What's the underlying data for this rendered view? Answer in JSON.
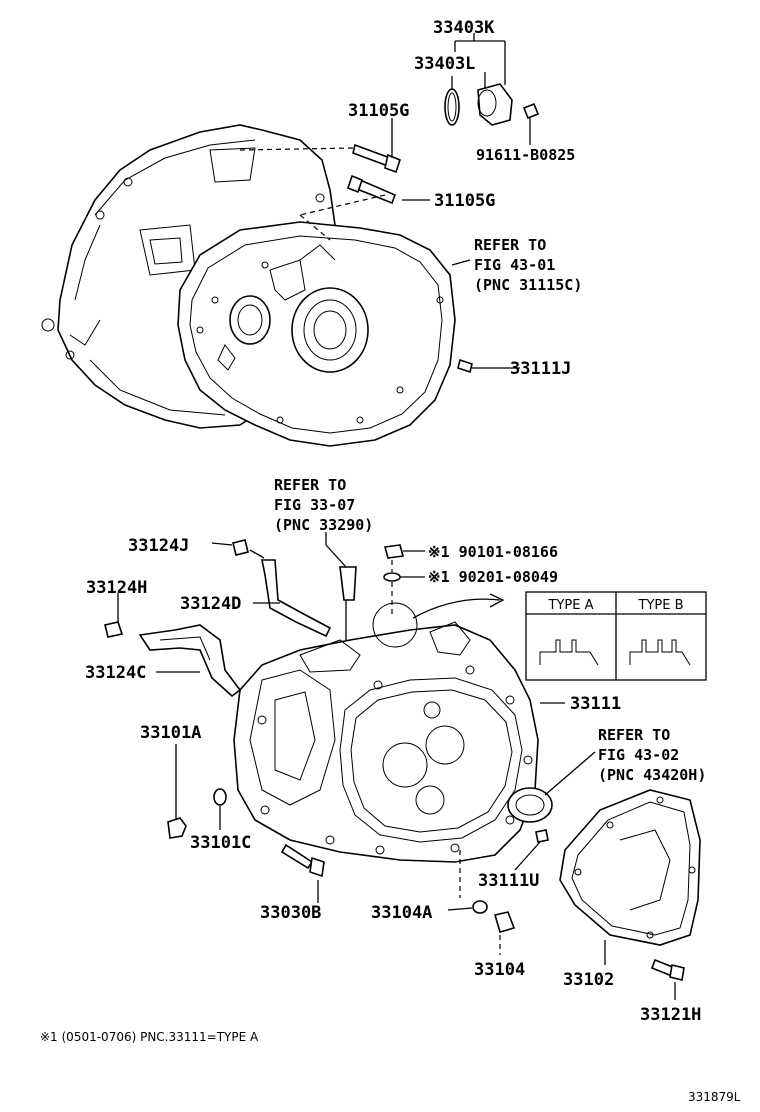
{
  "labels": {
    "p33403K": "33403K",
    "p33403L": "33403L",
    "p31105G_top": "31105G",
    "p91611": "91611-B0825",
    "p31105G_mid": "31105G",
    "refer1_a": "REFER TO",
    "refer1_b": "FIG 43-01",
    "refer1_c": "(PNC 31115C)",
    "p33111J": "33111J",
    "refer2_a": "REFER TO",
    "refer2_b": "FIG 33-07",
    "refer2_c": "(PNC 33290)",
    "p33124J": "33124J",
    "p90101": "※1 90101-08166",
    "p90201": "※1 90201-08049",
    "p33124H": "33124H",
    "p33124D": "33124D",
    "p33124C": "33124C",
    "p33111": "33111",
    "p33101A": "33101A",
    "refer3_a": "REFER TO",
    "refer3_b": "FIG 43-02",
    "refer3_c": "(PNC 43420H)",
    "p33101C": "33101C",
    "p33111U": "33111U",
    "p33030B": "33030B",
    "p33104A": "33104A",
    "p33104": "33104",
    "p33102": "33102",
    "p33121H": "33121H"
  },
  "type_box": {
    "type_a": "TYPE A",
    "type_b": "TYPE B"
  },
  "footnote": "※1 (0501-0706) PNC.33111=TYPE A",
  "diagram_id": "331879L"
}
